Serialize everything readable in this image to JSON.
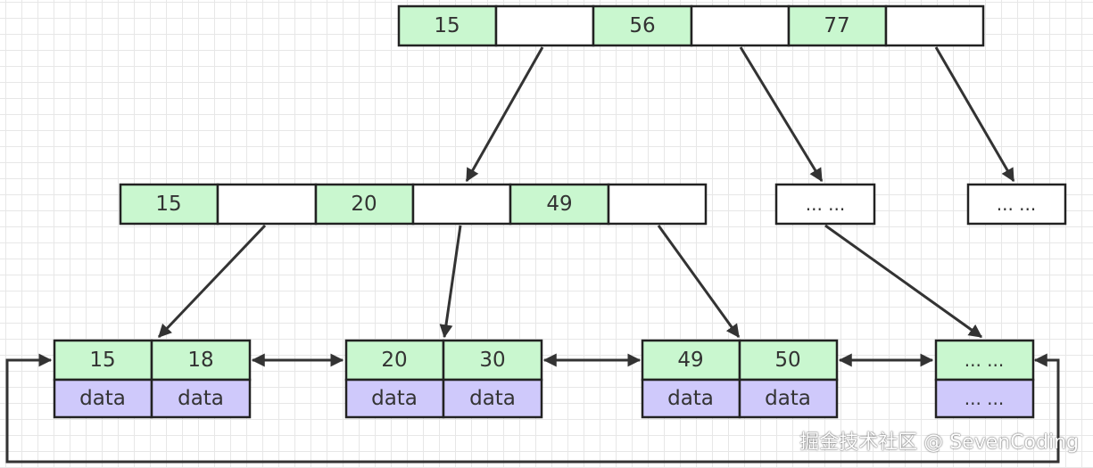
{
  "root": {
    "keys": [
      "15",
      "56",
      "77"
    ]
  },
  "internal": {
    "keys": [
      "15",
      "20",
      "49"
    ]
  },
  "placeholder_nodes": [
    "... ...",
    "... ..."
  ],
  "leaves": [
    {
      "keys": [
        "15",
        "18"
      ],
      "data": [
        "data",
        "data"
      ]
    },
    {
      "keys": [
        "20",
        "30"
      ],
      "data": [
        "data",
        "data"
      ]
    },
    {
      "keys": [
        "49",
        "50"
      ],
      "data": [
        "data",
        "data"
      ]
    },
    {
      "keys": [
        "... ..."
      ],
      "data": [
        "... ..."
      ]
    }
  ],
  "watermark": "掘金技术社区 @ SevenCoding",
  "colors": {
    "key_fill": "#c9f7cf",
    "data_fill": "#cfc9fb",
    "empty_fill": "#ffffff",
    "stroke": "#222222"
  }
}
